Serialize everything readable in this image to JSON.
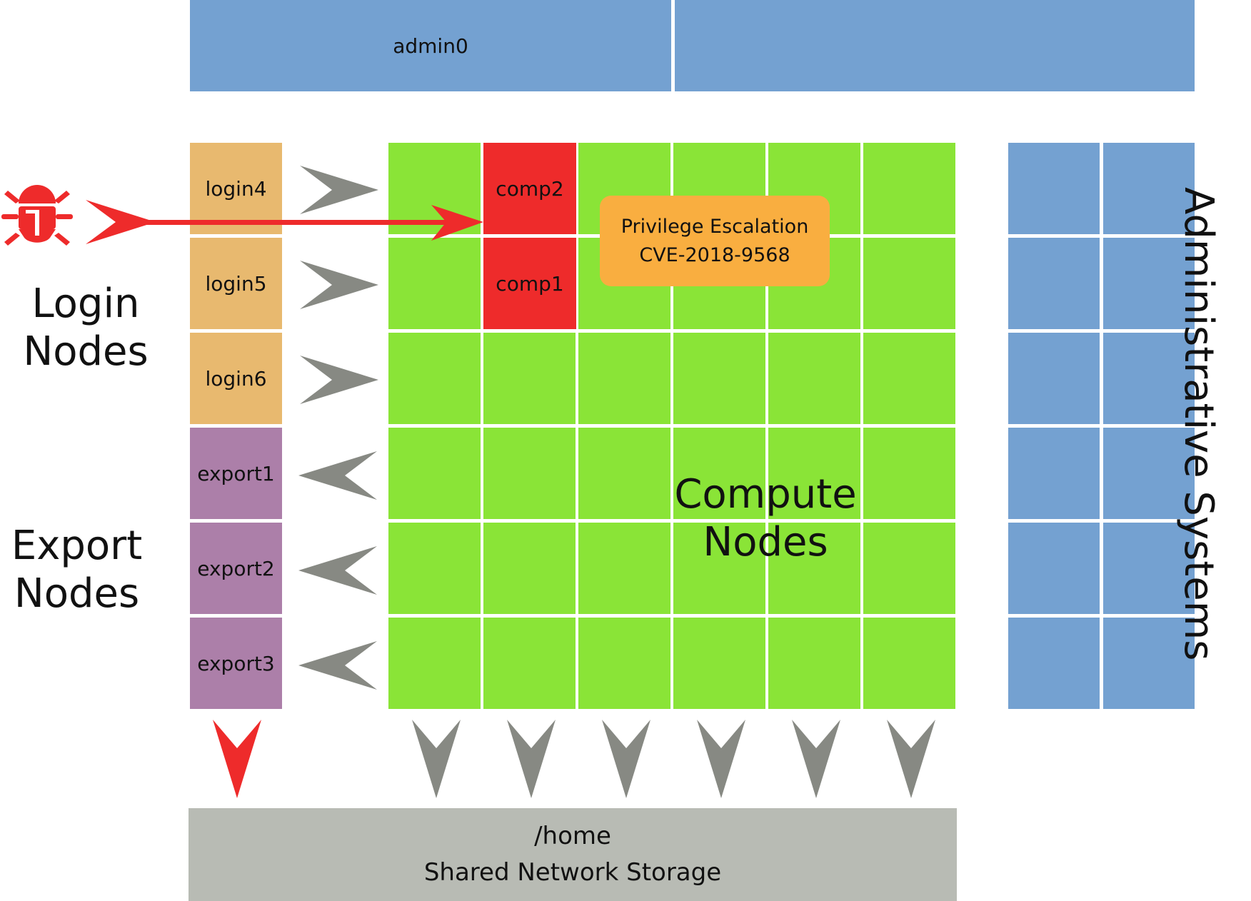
{
  "admin": {
    "label": "admin0"
  },
  "login_nodes": [
    {
      "label": "login4"
    },
    {
      "label": "login5"
    },
    {
      "label": "login6"
    }
  ],
  "export_nodes": [
    {
      "label": "export1"
    },
    {
      "label": "export2"
    },
    {
      "label": "export3"
    }
  ],
  "compromised_nodes": [
    {
      "label": "comp2"
    },
    {
      "label": "comp1"
    }
  ],
  "group_labels": {
    "login": [
      "Login",
      "Nodes"
    ],
    "export": [
      "Export",
      "Nodes"
    ],
    "compute": [
      "Compute",
      "Nodes"
    ],
    "admin_systems": "Administrative Systems"
  },
  "exploit": {
    "line1": "Privilege Escalation",
    "line2": "CVE-2018-9568"
  },
  "storage": {
    "line1": "/home",
    "line2": "Shared Network Storage"
  },
  "colors": {
    "admin": "#74a1d1",
    "compute": "#8ae437",
    "compromised": "#ee2b2b",
    "login": "#e8b96f",
    "export": "#ac7fa9",
    "storage": "#b8bbb4",
    "exploit_box": "#f9ae40",
    "arrow": "#878983",
    "attack": "#ee2b2b"
  },
  "icons": {
    "attacker": "bug-icon"
  }
}
